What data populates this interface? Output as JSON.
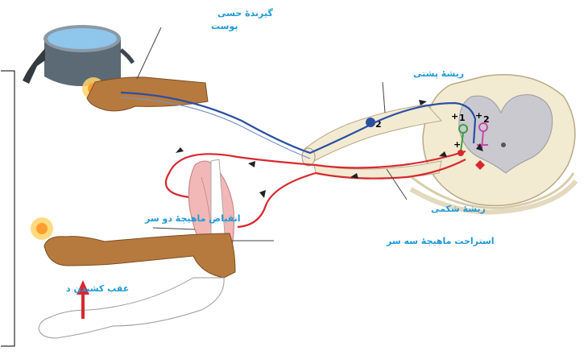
{
  "labels": {
    "skin_receptor_line1": "گیرندهٔ حسی",
    "skin_receptor_line2": "پوست",
    "dorsal_root": "ریشهٔ پشتی",
    "ventral_root": "ریشهٔ شکمی",
    "biceps_contraction": "انقباض ماهیچهٔ دو سر",
    "triceps_relaxation": "استراحت ماهیچهٔ سه سر",
    "arm_withdrawal": "عقب کشیدن د"
  },
  "synapse_marks": [
    "+",
    "1",
    "+",
    "2",
    "+"
  ],
  "colors": {
    "sensory_path": "#2b4fa3",
    "motor_path": "#d8282f",
    "label_text": "#1f9ad6",
    "spinal_grey": "#c9c9cf",
    "spinal_white": "#f3ead2",
    "skin": "#b77a3e",
    "muscle": "#f2b8b8",
    "pot": "#6b7a86",
    "water": "#8fc6ec"
  }
}
